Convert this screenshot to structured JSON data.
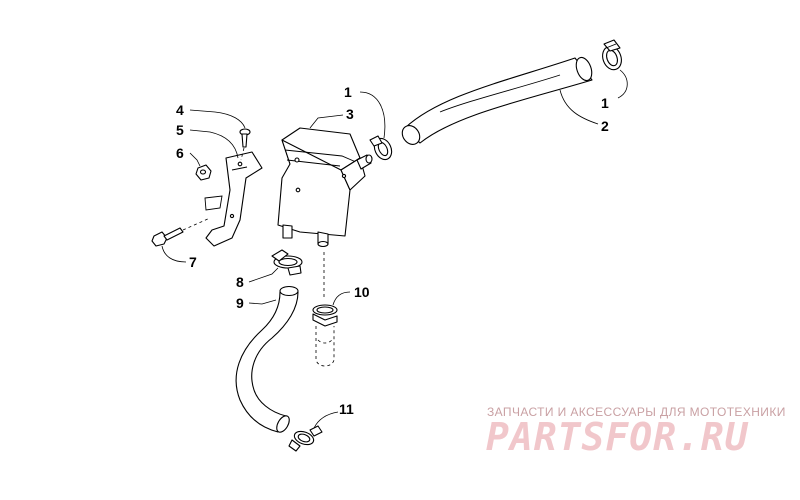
{
  "callouts": {
    "c1a": "1",
    "c1b": "1",
    "c2": "2",
    "c3": "3",
    "c4": "4",
    "c5": "5",
    "c6": "6",
    "c7": "7",
    "c8": "8",
    "c9": "9",
    "c10": "10",
    "c11": "11"
  },
  "watermark": {
    "tagline": "ЗАПЧАСТИ И АКСЕССУАРЫ ДЛЯ МОТОТЕХНИКИ",
    "logo": "PARTSFOR.RU"
  },
  "colors": {
    "line": "#000000",
    "background": "#ffffff",
    "watermark_text": "#c9a0a3",
    "watermark_logo": "#f1c7cb"
  }
}
